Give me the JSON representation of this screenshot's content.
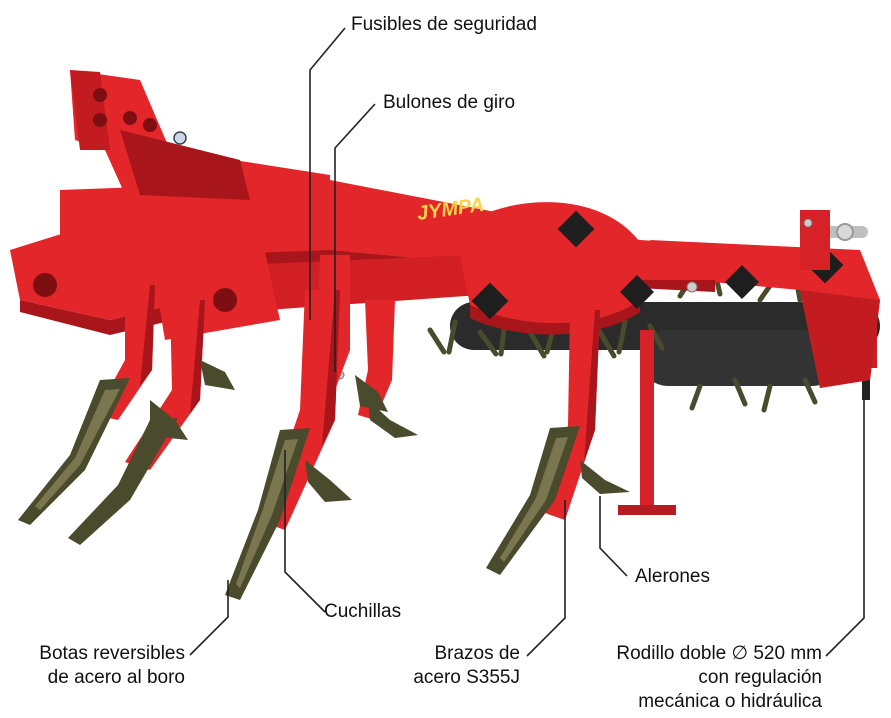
{
  "colors": {
    "frame": "#e3262a",
    "frame_dark": "#a8151a",
    "frame_shadow": "#7d0f12",
    "blade": "#4a4a2c",
    "blade_light": "#7a7650",
    "roller": "#2b2b2b",
    "leader": "#222222",
    "text": "#111111"
  },
  "machine": {
    "brand_text": "JYMPA"
  },
  "callouts": {
    "fusibles": "Fusibles de seguridad",
    "bulones": "Bulones de giro",
    "alerones": "Alerones",
    "cuchillas": "Cuchillas",
    "botas_line1": "Botas reversibles",
    "botas_line2": "de acero al boro",
    "brazos_line1": "Brazos de",
    "brazos_line2": "acero S355J",
    "rodillo_line1": "Rodillo doble ∅ 520 mm",
    "rodillo_line2": "con regulación",
    "rodillo_line3": "mecánica o hidráulica"
  }
}
